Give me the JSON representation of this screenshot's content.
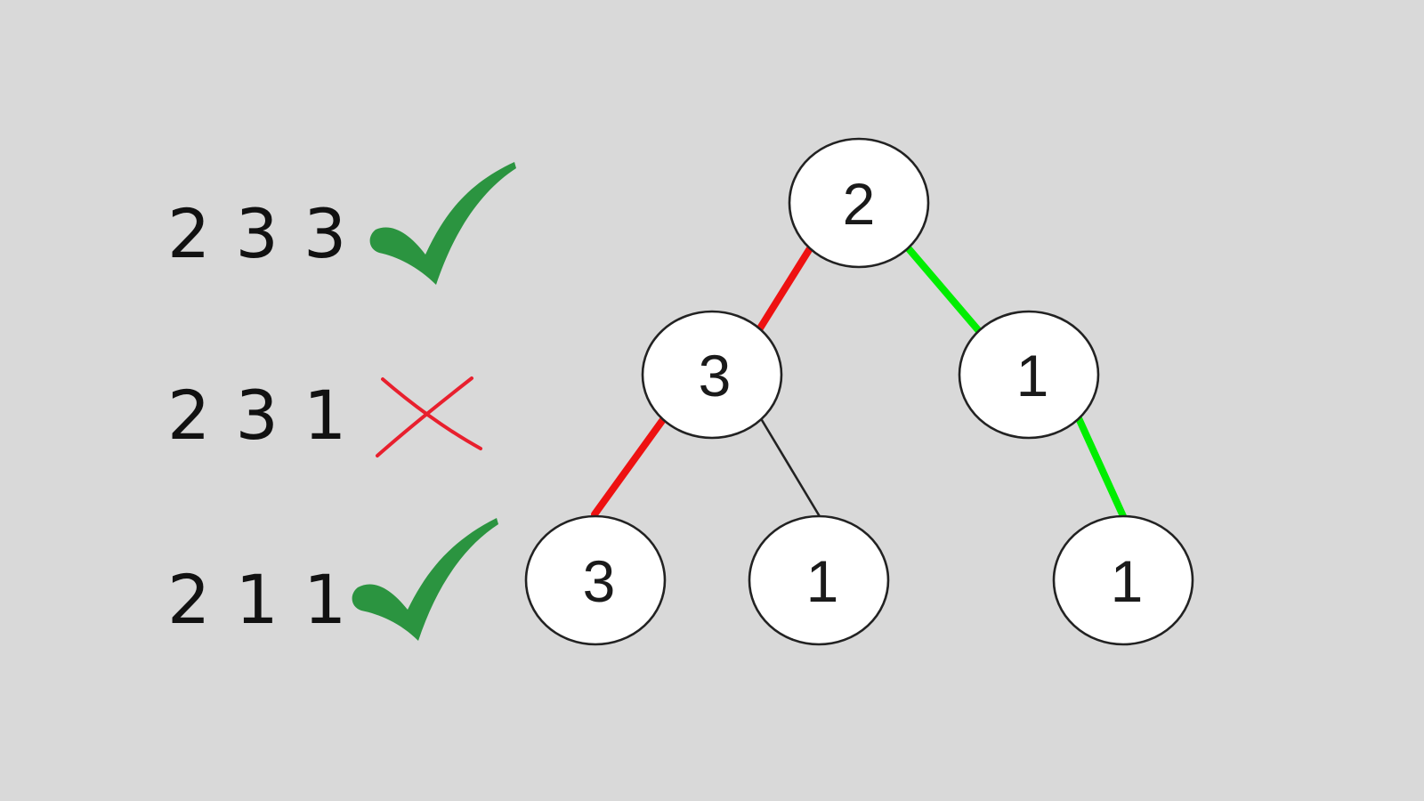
{
  "paths": [
    {
      "sequence": "2 3 3",
      "result": "check-icon"
    },
    {
      "sequence": "2 3 1",
      "result": "cross-icon"
    },
    {
      "sequence": "2 1 1",
      "result": "check-icon"
    }
  ],
  "tree": {
    "nodes": [
      {
        "id": "root",
        "label": "2"
      },
      {
        "id": "left",
        "label": "3"
      },
      {
        "id": "right",
        "label": "1"
      },
      {
        "id": "left-left",
        "label": "3"
      },
      {
        "id": "left-right",
        "label": "1"
      },
      {
        "id": "right-right",
        "label": "1"
      }
    ],
    "edges": [
      {
        "from": "root",
        "to": "left",
        "status": "invalid"
      },
      {
        "from": "root",
        "to": "right",
        "status": "valid"
      },
      {
        "from": "left",
        "to": "left-left",
        "status": "invalid"
      },
      {
        "from": "left",
        "to": "left-right",
        "status": "neutral"
      },
      {
        "from": "right",
        "to": "right-right",
        "status": "valid"
      }
    ]
  },
  "colors": {
    "background": "#d9d9d9",
    "valid_edge": "#00ee00",
    "invalid_edge": "#ee1111",
    "neutral_edge": "#222222",
    "check": "#2b9440",
    "cross": "#e8202e"
  }
}
